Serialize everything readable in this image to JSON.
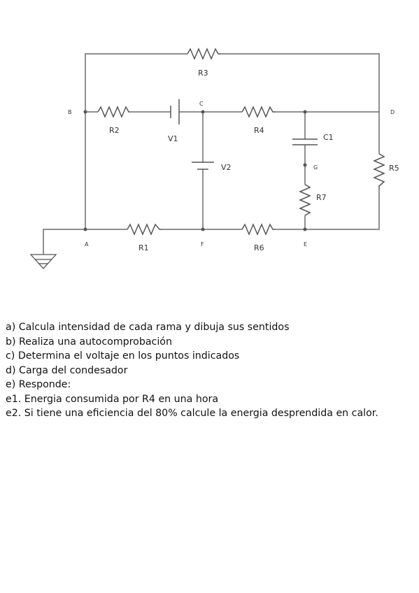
{
  "circuit": {
    "components": {
      "R1": "R1",
      "R2": "R2",
      "R3": "R3",
      "R4": "R4",
      "R5": "R5",
      "R6": "R6",
      "R7": "R7",
      "V1": "V1",
      "V2": "V2",
      "C1": "C1"
    },
    "nodes": {
      "A": "A",
      "B": "B",
      "C": "C",
      "D": "D",
      "E": "E",
      "F": "F",
      "G": "G"
    }
  },
  "questions": [
    "a) Calcula intensidad de cada rama y dibuja sus sentidos",
    "b) Realiza una autocomprobación",
    "c) Determina el voltaje en los puntos indicados",
    "d) Carga del condesador",
    "e) Responde:",
    "e1. Energia consumida por R4 en una hora",
    "e2. Si tiene una eficiencia del 80% calcule la energia desprendida en calor."
  ]
}
